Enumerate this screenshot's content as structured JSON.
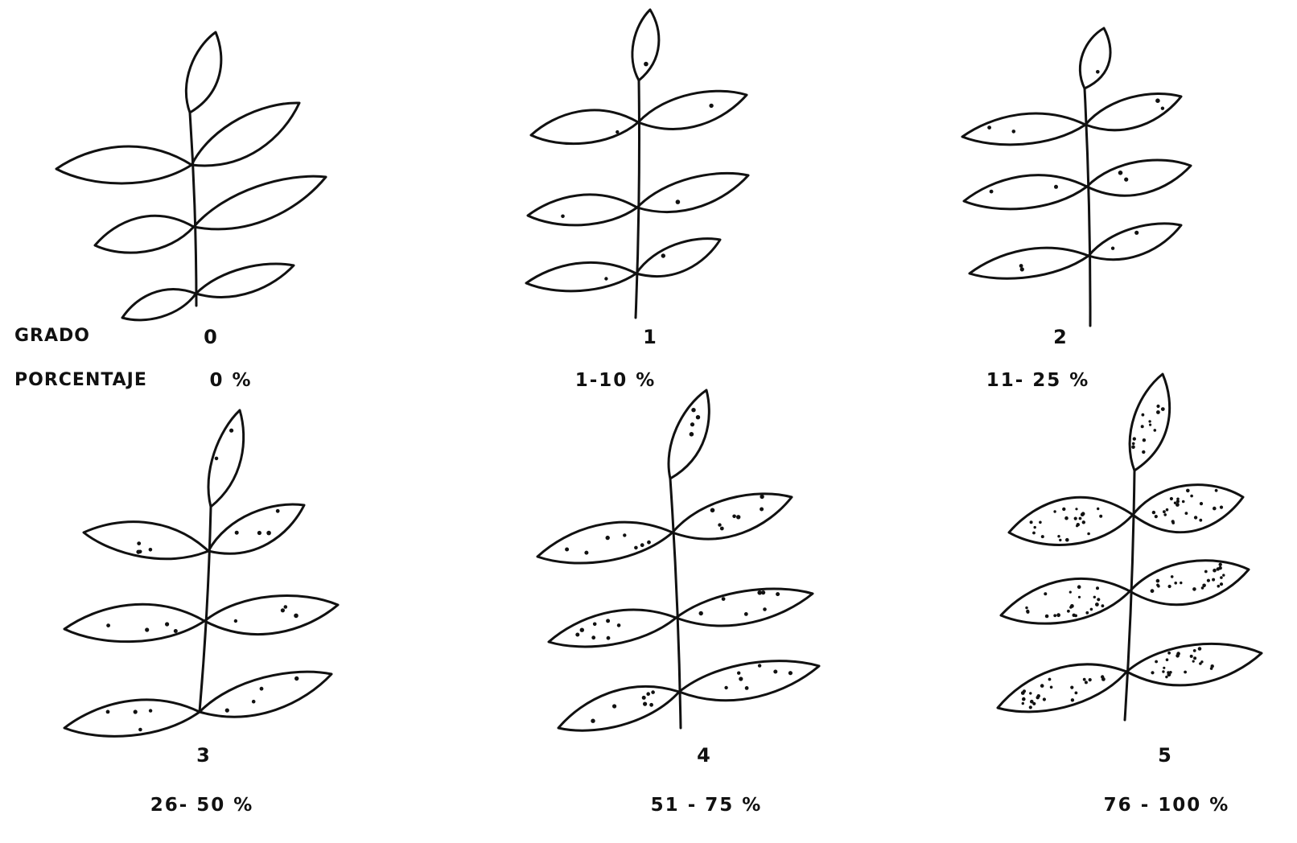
{
  "row_labels": {
    "grade": "GRADO",
    "percentage": "PORCENTAJE"
  },
  "stages": [
    {
      "grade": "0",
      "percentage": "0 %",
      "dot_density": 0
    },
    {
      "grade": "1",
      "percentage": "1-10 %",
      "dot_density": 1
    },
    {
      "grade": "2",
      "percentage": "11- 25 %",
      "dot_density": 2
    },
    {
      "grade": "3",
      "percentage": "26- 50 %",
      "dot_density": 4
    },
    {
      "grade": "4",
      "percentage": "51 - 75 %",
      "dot_density": 7
    },
    {
      "grade": "5",
      "percentage": "76 - 100 %",
      "dot_density": 22
    }
  ],
  "ink_color": "#111111"
}
